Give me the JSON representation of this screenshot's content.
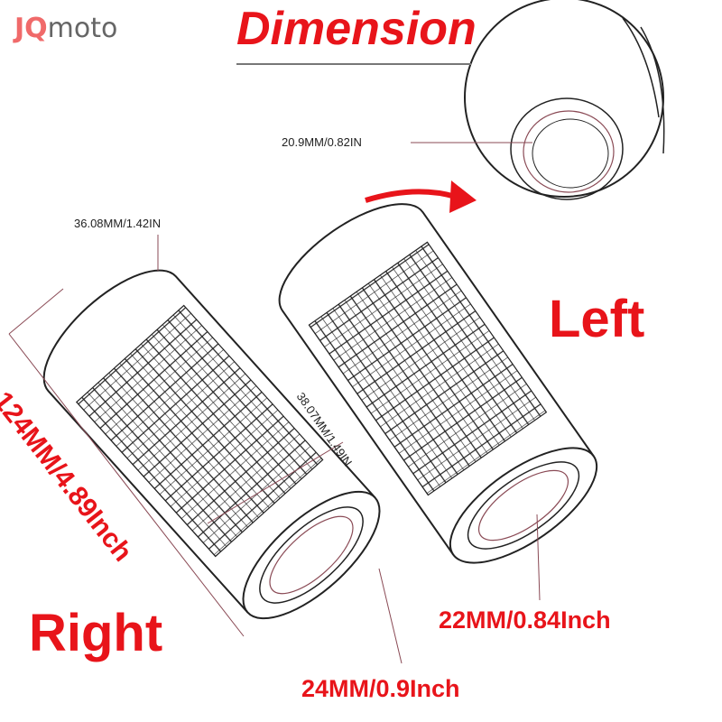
{
  "logo": {
    "brand": "JQ",
    "suffix": "moto"
  },
  "title": "Dimension",
  "labels": {
    "inner_left": "20.9MM/0.82IN",
    "outer_right_top": "36.08MM/1.42IN",
    "outer_right_end": "38.07MM/1.49IN",
    "length": "124MM/4.89Inch",
    "inner_right": "24MM/0.9Inch",
    "inner_left_end": "22MM/0.84Inch",
    "left": "Left",
    "right": "Right"
  },
  "colors": {
    "accent": "#e8141a",
    "line": "#222222",
    "leader": "#8a4a55"
  }
}
